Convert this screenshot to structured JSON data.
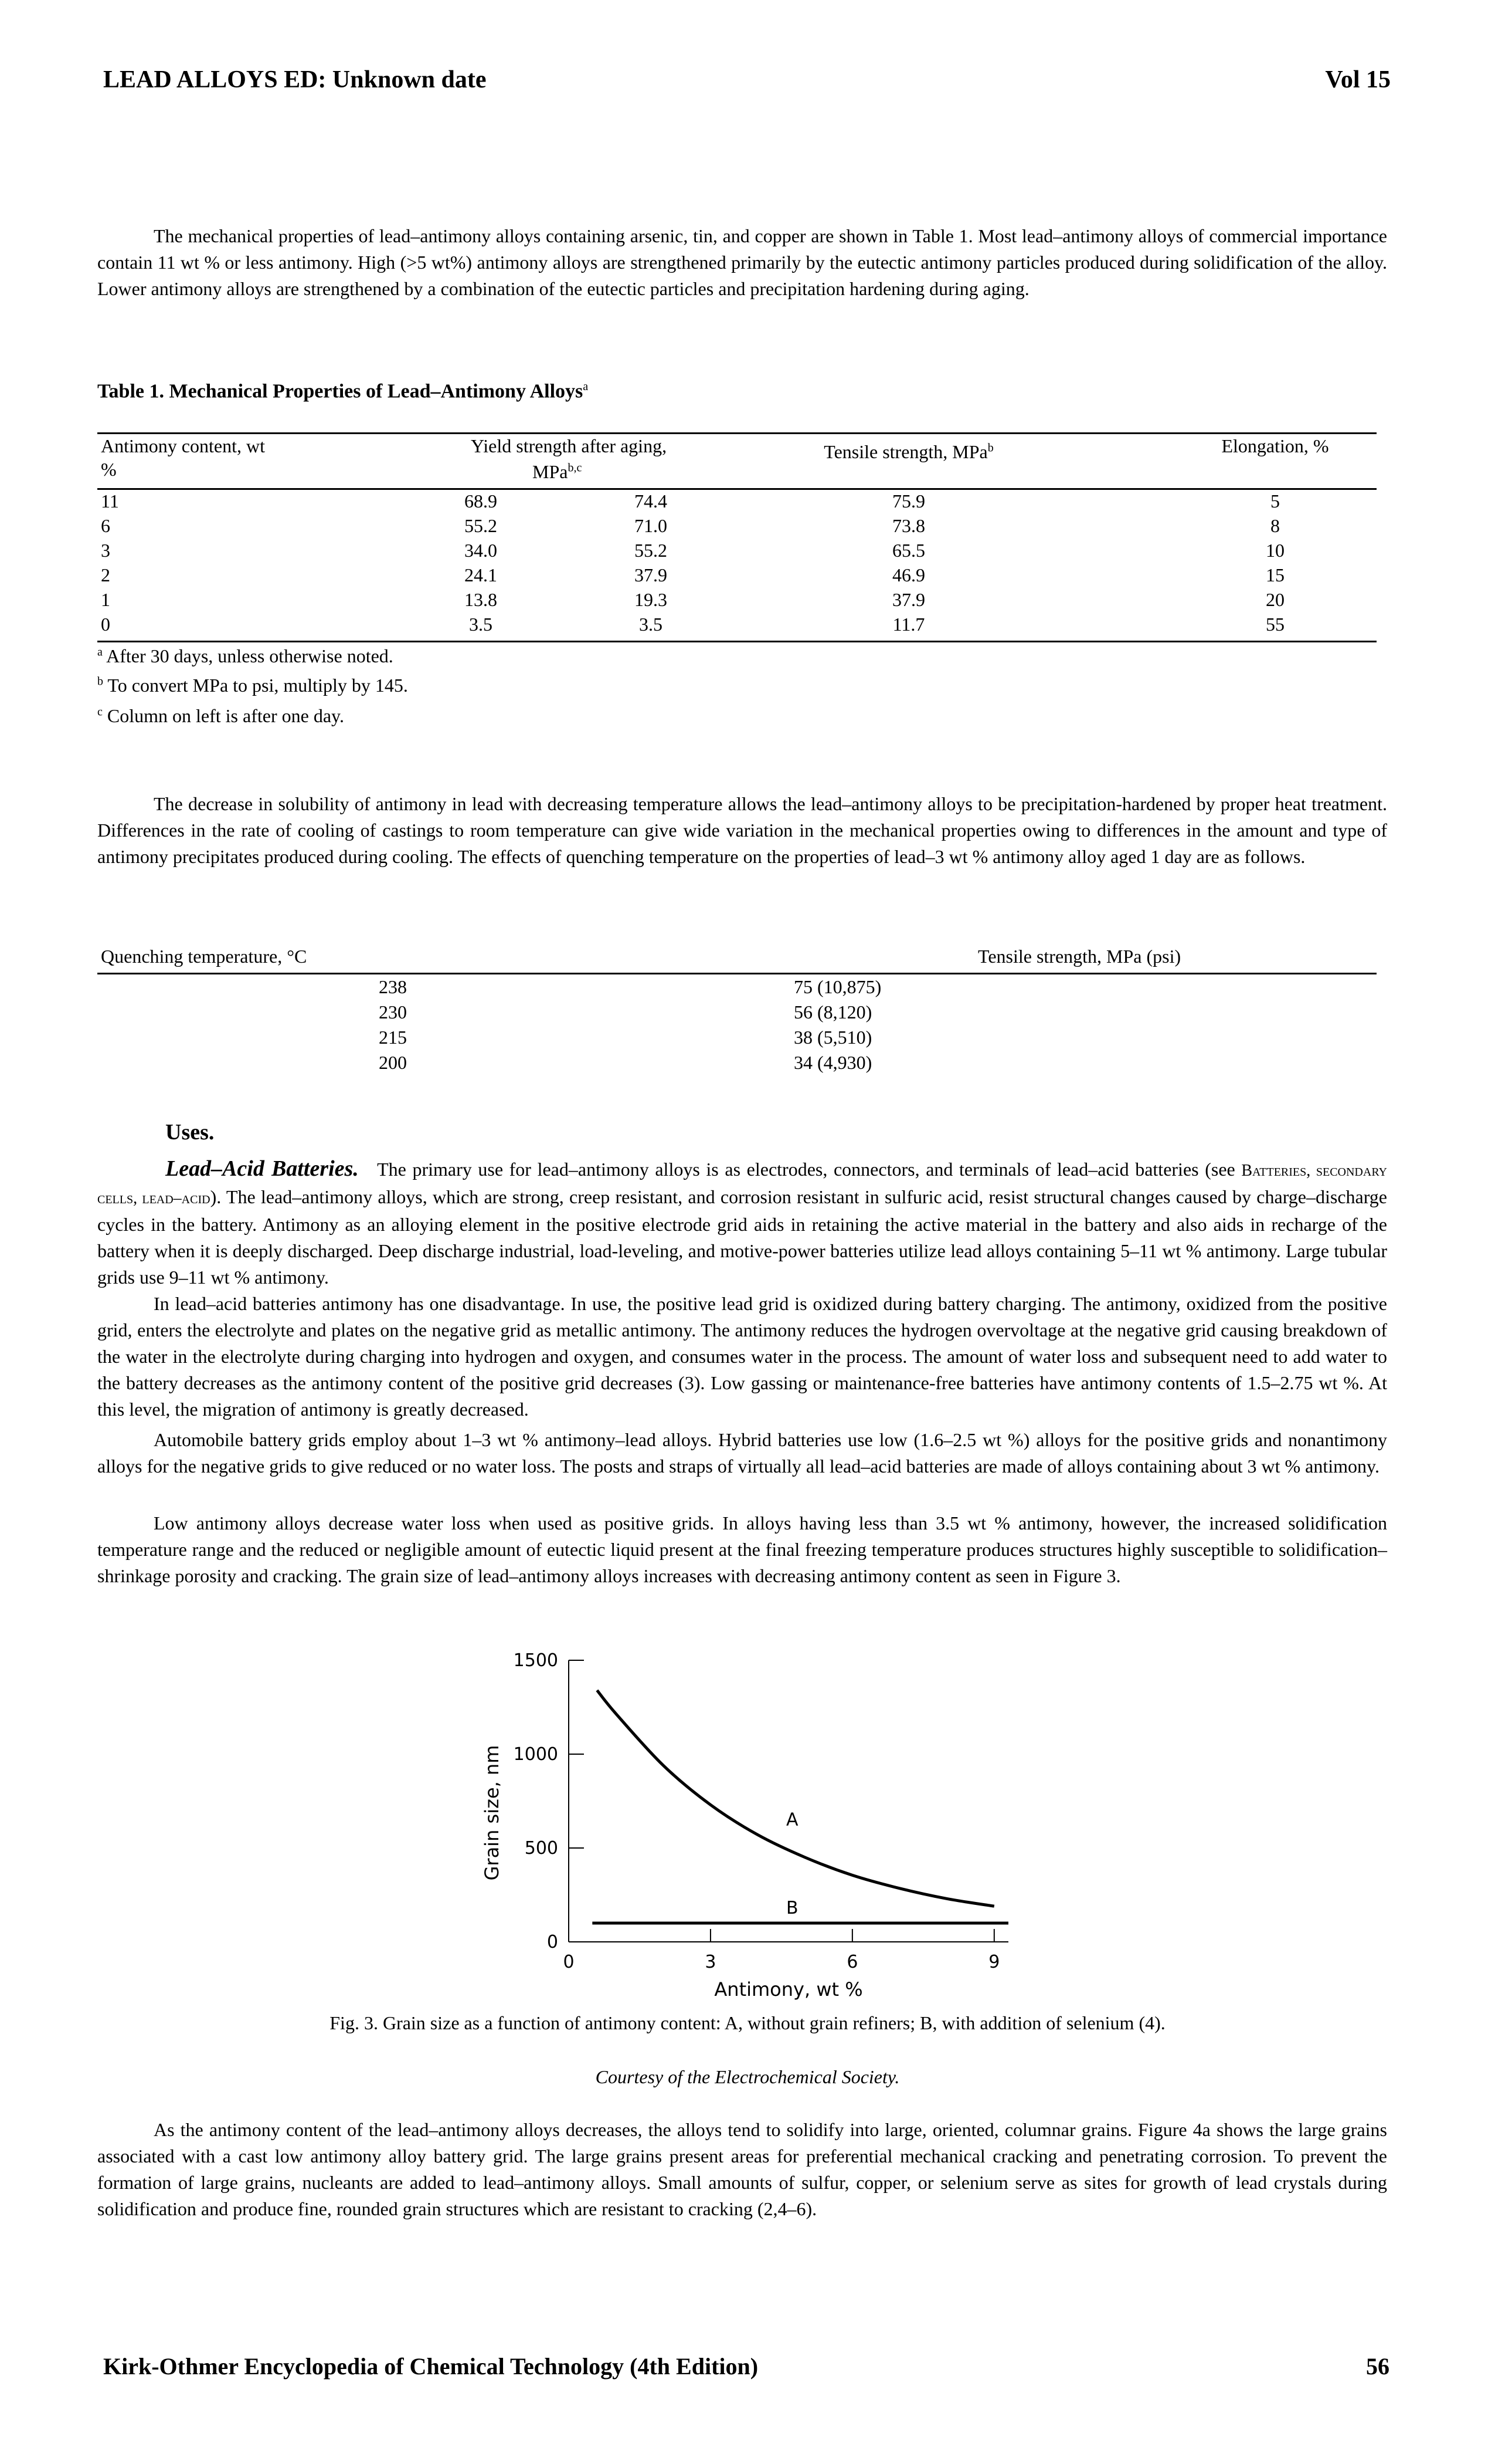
{
  "header": {
    "left": "LEAD ALLOYS ED: Unknown date",
    "right": "Vol 15"
  },
  "intro": "The mechanical properties of lead–antimony alloys containing arsenic, tin, and copper are shown in Table 1. Most lead–antimony alloys of commercial importance contain 11 wt % or less antimony. High (>5 wt%) antimony alloys are strengthened primarily by the eutectic antimony particles produced during solidification of the alloy. Lower antimony alloys are strengthened by a combination of the eutectic particles and precipitation hardening during aging.",
  "table1": {
    "title": "Table 1. Mechanical Properties of Lead–Antimony Alloys",
    "title_sup": "a",
    "col1": [
      "Antimony content, wt",
      "%"
    ],
    "col2": [
      "Yield strength after aging,",
      "MPa"
    ],
    "col2_sup": "b,c",
    "col3": "Tensile strength, MPa",
    "col3_sup": "b",
    "col4": "Elongation, %",
    "rows": [
      [
        "11",
        "68.9",
        "74.4",
        "75.9",
        "5"
      ],
      [
        "6",
        "55.2",
        "71.0",
        "73.8",
        "8"
      ],
      [
        "3",
        "34.0",
        "55.2",
        "65.5",
        "10"
      ],
      [
        "2",
        "24.1",
        "37.9",
        "46.9",
        "15"
      ],
      [
        "1",
        "13.8",
        "19.3",
        "37.9",
        "20"
      ],
      [
        "0",
        "3.5",
        "3.5",
        "11.7",
        "55"
      ]
    ],
    "notes": [
      {
        "sup": "a",
        "text": "After 30 days, unless otherwise noted."
      },
      {
        "sup": "b",
        "text": "To convert MPa to psi, multiply by 145."
      },
      {
        "sup": "c",
        "text": "Column on left is after one day."
      }
    ]
  },
  "para2": "The decrease in solubility of antimony in lead with decreasing temperature allows the lead–antimony alloys to be precipitation-hardened by proper heat treatment. Differences in the rate of cooling of castings to room temperature can give wide variation in the mechanical properties owing to differences in the amount and type of antimony precipitates produced during cooling. The effects of quenching temperature on the properties of lead–3 wt % antimony alloy aged 1 day are as follows.",
  "quench": {
    "col1": "Quenching temperature, °C",
    "col2": "Tensile strength, MPa (psi)",
    "rows": [
      [
        "238",
        "75 (10,875)"
      ],
      [
        "230",
        "56 (8,120)"
      ],
      [
        "215",
        "38 (5,510)"
      ],
      [
        "200",
        "34 (4,930)"
      ]
    ]
  },
  "uses": {
    "heading": "Uses.",
    "subheading": "Lead–Acid Batteries.",
    "p1_a": "The primary use for lead–antimony alloys is as electrodes, connectors, and terminals of lead–acid batteries (see",
    "p1_link": "Batteries, secondary cells, lead–acid",
    "p1_b": "). The lead–antimony alloys, which are strong, creep resistant, and corrosion resistant in sulfuric acid, resist structural changes caused by charge–discharge cycles in the battery. Antimony as an alloying element in the positive electrode grid aids in retaining the active material in the battery and also aids in recharge of the battery when it is deeply discharged. Deep discharge industrial, load-leveling, and motive-power batteries utilize lead alloys containing 5–11 wt % antimony. Large tubular grids use 9–11 wt % antimony.",
    "p2": "In lead–acid batteries antimony has one disadvantage. In use, the positive lead grid is oxidized during battery charging. The antimony, oxidized from the positive grid, enters the electrolyte and plates on the negative grid as metallic antimony. The antimony reduces the hydrogen overvoltage at the negative grid causing breakdown of the water in the electrolyte during charging into hydrogen and oxygen, and consumes water in the process. The amount of water loss and subsequent need to add water to the battery decreases as the antimony content of the positive grid decreases (3). Low gassing or maintenance-free batteries have antimony contents of 1.5–2.75 wt %. At this level, the migration of antimony is greatly decreased.",
    "p3": "Automobile battery grids employ about 1–3 wt % antimony–lead alloys. Hybrid batteries use low (1.6–2.5 wt %) alloys for the positive grids and nonantimony alloys for the negative grids to give reduced or no water loss. The posts and straps of virtually all lead–acid batteries are made of alloys containing about 3 wt % antimony.",
    "p4": "Low antimony alloys decrease water loss when used as positive grids. In alloys having less than 3.5 wt % antimony, however, the increased solidification temperature range and the reduced or negligible amount of eutectic liquid present at the final freezing temperature produces structures highly susceptible to solidification–shrinkage porosity and cracking. The grain size of lead–antimony alloys increases with decreasing antimony content as seen in Figure 3."
  },
  "chart_data": {
    "type": "line",
    "xlabel": "Antimony, wt %",
    "ylabel": "Grain size, nm",
    "xlim": [
      0,
      9.3
    ],
    "ylim": [
      0,
      1500
    ],
    "xticks": [
      0,
      3,
      6,
      9
    ],
    "yticks": [
      0,
      500,
      1000,
      1500
    ],
    "series": [
      {
        "name": "A",
        "x": [
          0.6,
          1,
          2,
          3,
          4,
          5,
          6,
          7,
          8,
          9
        ],
        "values": [
          1340,
          1215,
          940,
          730,
          570,
          450,
          355,
          285,
          230,
          190
        ]
      },
      {
        "name": "B",
        "x": [
          0.5,
          9.3
        ],
        "values": [
          100,
          100
        ]
      }
    ]
  },
  "figure": {
    "caption": "Fig. 3. Grain size as a function of antimony content: A, without grain refiners; B, with addition of selenium (4).",
    "courtesy": "Courtesy of the Electrochemical Society."
  },
  "para_last": "As the antimony content of the lead–antimony alloys decreases, the alloys tend to solidify into large, oriented, columnar grains. Figure 4a shows the large grains associated with a cast low antimony alloy battery grid. The large grains present areas for preferential mechanical cracking and penetrating corrosion. To prevent the formation of large grains, nucleants are added to lead–antimony alloys. Small amounts of sulfur, copper, or selenium serve as sites for growth of lead crystals during solidification and produce fine, rounded grain structures which are resistant to cracking (2,4–6).",
  "footer": {
    "left": "Kirk-Othmer Encyclopedia of Chemical Technology (4th Edition)",
    "right": "56"
  }
}
